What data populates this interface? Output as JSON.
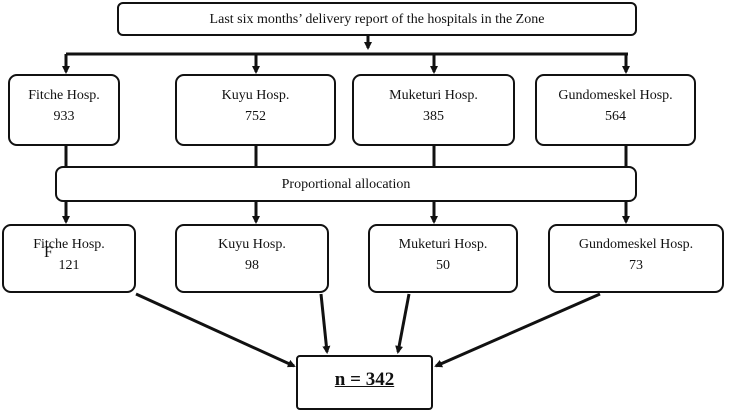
{
  "top": {
    "text": "Last six months’ delivery report of the hospitals in the Zone"
  },
  "allocation": {
    "text": "Proportional allocation"
  },
  "hospitals": [
    {
      "name": "Fitche Hosp.",
      "deliveries": "933"
    },
    {
      "name": "Kuyu Hosp.",
      "deliveries": "752"
    },
    {
      "name": "Muketuri Hosp.",
      "deliveries": "385"
    },
    {
      "name": "Gundomeskel Hosp.",
      "deliveries": "564"
    }
  ],
  "samples": [
    {
      "name": "Fitche Hosp.",
      "sample": "121"
    },
    {
      "name": "Kuyu Hosp.",
      "sample": "98"
    },
    {
      "name": "Muketuri Hosp.",
      "sample": "50"
    },
    {
      "name": "Gundomeskel Hosp.",
      "sample": "73"
    }
  ],
  "stray_mark": "F",
  "result": {
    "text": "n = 342"
  }
}
